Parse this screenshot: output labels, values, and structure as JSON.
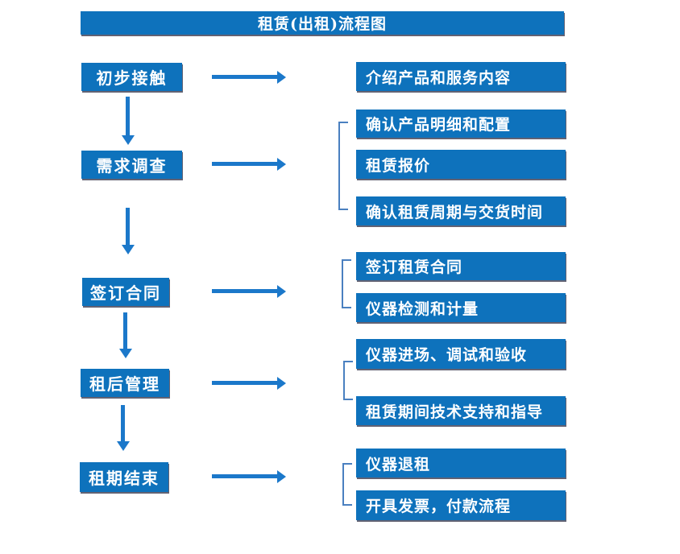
{
  "title": "租赁(出租)流程图",
  "colors": {
    "box_blue": "#0e72bc",
    "arrow_blue": "#1b78ca",
    "bracket_blue": "#4a80c0"
  },
  "stages": [
    {
      "label": "初步接触",
      "details": [
        "介绍产品和服务内容"
      ]
    },
    {
      "label": "需求调查",
      "details": [
        "确认产品明细和配置",
        "租赁报价",
        "确认租赁周期与交货时间"
      ]
    },
    {
      "label": "签订合同",
      "details": [
        "签订租赁合同",
        "仪器检测和计量"
      ]
    },
    {
      "label": "租后管理",
      "details": [
        "仪器进场、调试和验收",
        "租赁期间技术支持和指导"
      ]
    },
    {
      "label": "租期结束",
      "details": [
        "仪器退租",
        "开具发票，付款流程"
      ]
    }
  ]
}
